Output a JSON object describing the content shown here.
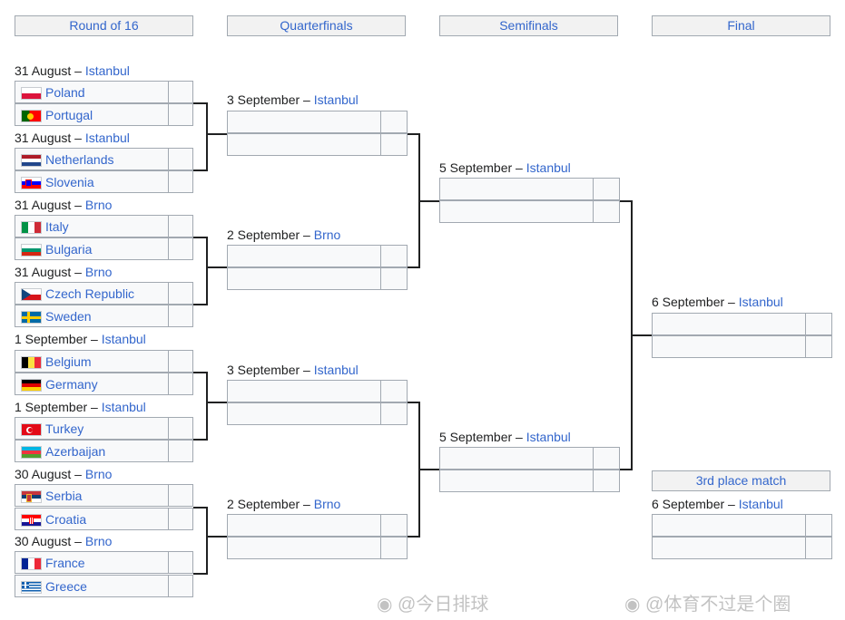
{
  "headers": {
    "r16": "Round of 16",
    "qf": "Quarterfinals",
    "sf": "Semifinals",
    "final": "Final",
    "third": "3rd place match"
  },
  "r16": [
    {
      "date": "31 August",
      "city": "Istanbul",
      "teams": [
        "Poland",
        "Portugal"
      ]
    },
    {
      "date": "31 August",
      "city": "Istanbul",
      "teams": [
        "Netherlands",
        "Slovenia"
      ]
    },
    {
      "date": "31 August",
      "city": "Brno",
      "teams": [
        "Italy",
        "Bulgaria"
      ]
    },
    {
      "date": "31 August",
      "city": "Brno",
      "teams": [
        "Czech Republic",
        "Sweden"
      ]
    },
    {
      "date": "1 September",
      "city": "Istanbul",
      "teams": [
        "Belgium",
        "Germany"
      ]
    },
    {
      "date": "1 September",
      "city": "Istanbul",
      "teams": [
        "Turkey",
        "Azerbaijan"
      ]
    },
    {
      "date": "30 August",
      "city": "Brno",
      "teams": [
        "Serbia",
        "Croatia"
      ]
    },
    {
      "date": "30 August",
      "city": "Brno",
      "teams": [
        "France",
        "Greece"
      ]
    }
  ],
  "qf": [
    {
      "date": "3 September",
      "city": "Istanbul"
    },
    {
      "date": "2 September",
      "city": "Brno"
    },
    {
      "date": "3 September",
      "city": "Istanbul"
    },
    {
      "date": "2 September",
      "city": "Brno"
    }
  ],
  "sf": [
    {
      "date": "5 September",
      "city": "Istanbul"
    },
    {
      "date": "5 September",
      "city": "Istanbul"
    }
  ],
  "final": {
    "date": "6 September",
    "city": "Istanbul"
  },
  "third": {
    "date": "6 September",
    "city": "Istanbul"
  },
  "separator": " – ",
  "watermarks": [
    "@今日排球",
    "@体育不过是个圈"
  ]
}
